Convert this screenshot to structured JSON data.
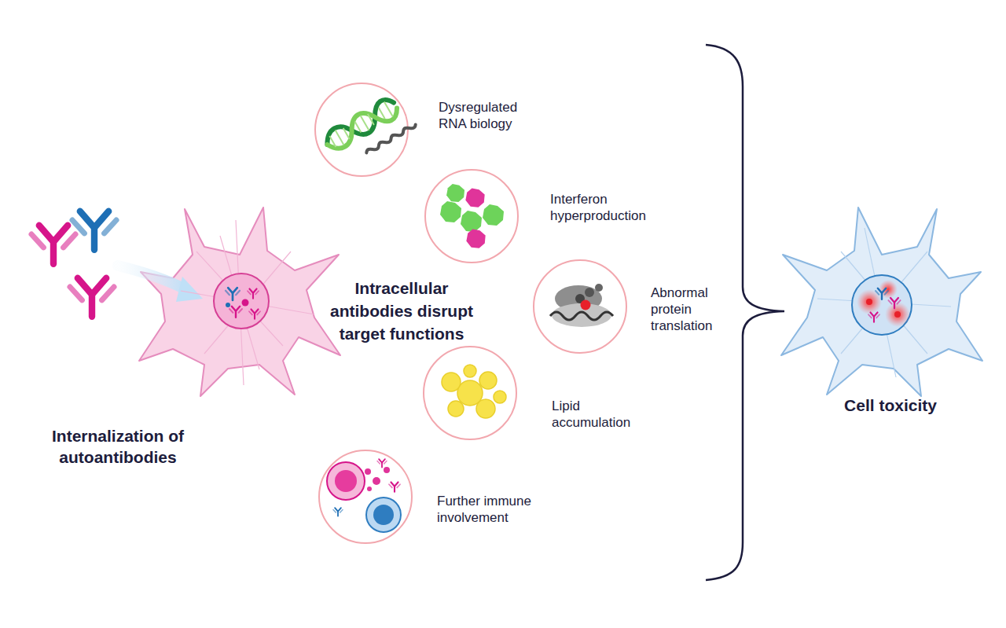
{
  "diagram": {
    "nodes": [
      {
        "text": [
          "Internalization of autoantibodies"
        ]
      },
      {
        "text": [
          "Dysregulated RNA biology"
        ]
      },
      {
        "text": [
          "Interferon hyperproduction"
        ]
      },
      {
        "text": [
          "Abnormal protein translation"
        ]
      },
      {
        "text": [
          "Lipid accumulation"
        ]
      },
      {
        "text": [
          "Further immune involvement"
        ]
      },
      {
        "text": [
          "Cell toxicity"
        ]
      }
    ],
    "labels": [
      "Intracellular antibodies disrupt target functions"
    ]
  }
}
